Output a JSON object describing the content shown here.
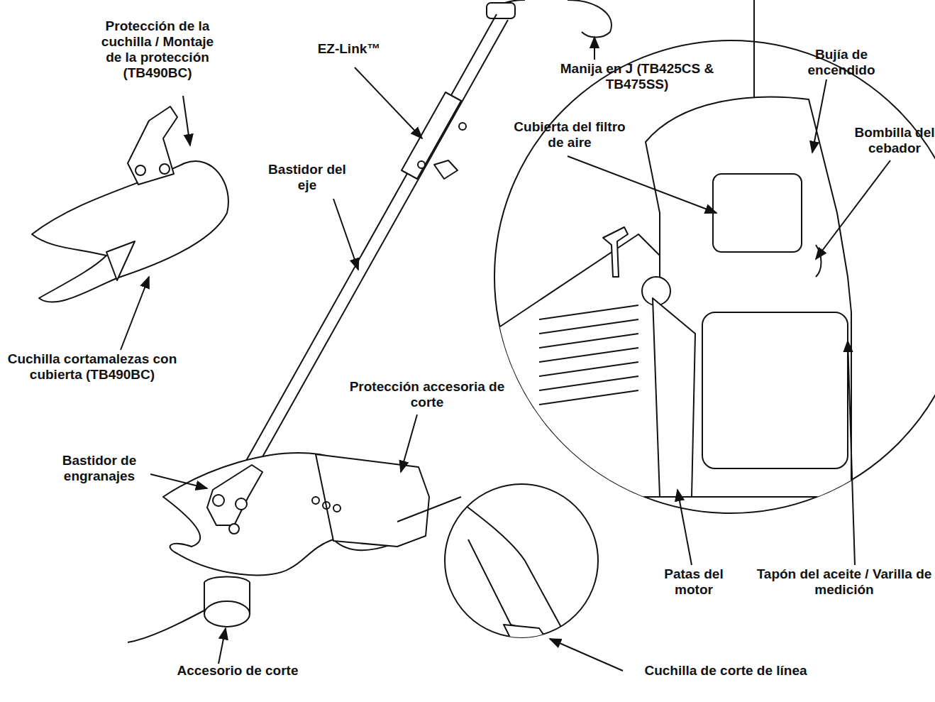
{
  "diagram": {
    "labels": [
      "Protección de la cuchilla / Montaje de la protección (TB490BC)",
      "EZ-Link™",
      "Manija en J (TB425CS & TB475SS)",
      "Bujía de encendido",
      "Cubierta del filtro de aire",
      "Bombilla del cebador",
      "Bastidor del eje",
      "Cuchilla cortamalezas con cubierta (TB490BC)",
      "Protección accesoria de corte",
      "Bastidor de engranajes",
      "Patas del motor",
      "Tapón del aceite / Varilla de medición",
      "Accesorio de corte",
      "Cuchilla de corte de línea"
    ]
  }
}
